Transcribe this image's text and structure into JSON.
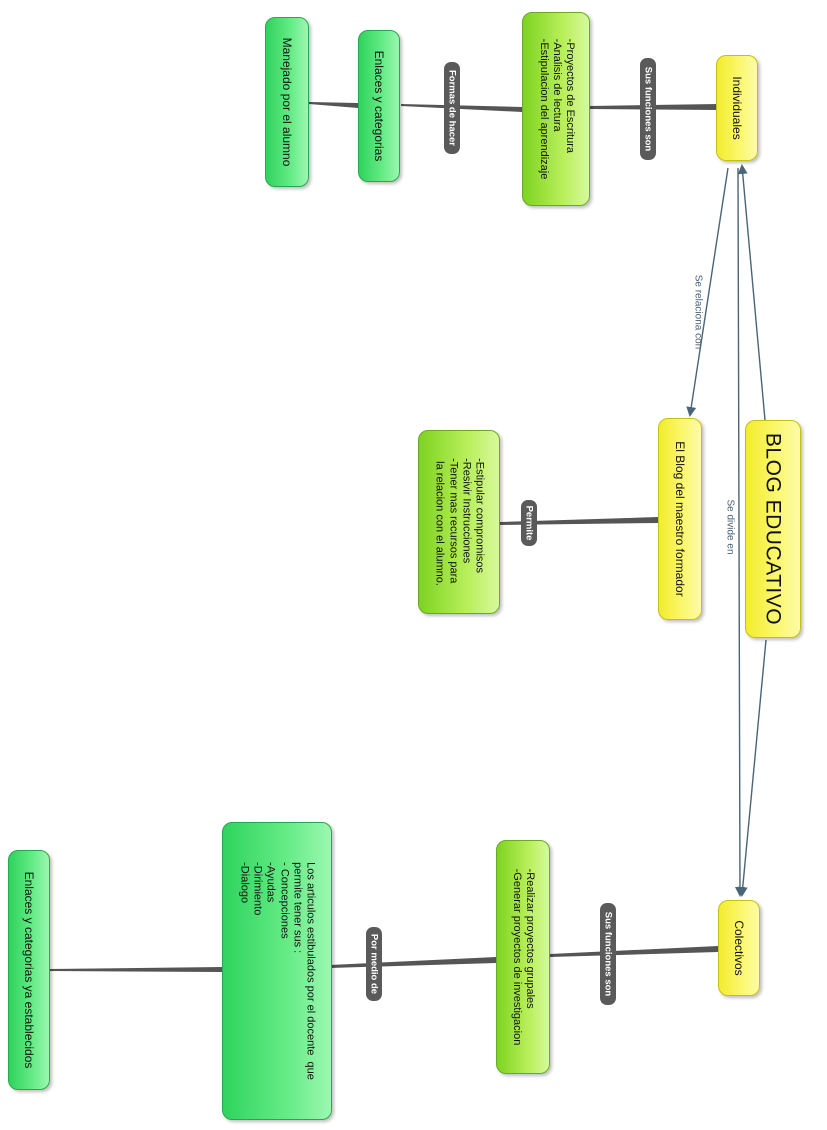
{
  "nodes": {
    "blog_educativo": "BLOG EDUCATIVO",
    "individuales": "Individuales",
    "colectivos": "Colectivos",
    "blog_maestro": "El Blog del maestro formador",
    "funciones_individuales": "-Proyectos de Escritura\n-Analisis de lectura\n-Estipulacion del aprendizaje",
    "enlaces_categorias": "Enlaces y categorias",
    "manejado_alumno": "Manejado por el alumno",
    "permite_items": "-Estipular compromisos\n-Resivir Instrucciones\n-Tener mas recursos para\n la relacion con el alumno.",
    "funciones_colectivos": "-Realizar proyectos grupales\n-Generar proyectos de investigacion",
    "articulos": "Los articulos estibulados por el docente  que\npermite tener sus :\n- Concepciones\n-Ayudas\n-Dirimiento\n-Dialogo",
    "enlaces_establecidos": "Enlaces y categorias ya establecidos"
  },
  "link_labels": {
    "sus_funciones_1": "Sus funciones son",
    "formas_de_hacer": "Formas de hacer",
    "se_relaciona_con": "Se relaciona con",
    "se_divide_en": "Se divide en",
    "permite": "Permite",
    "sus_funciones_2": "Sus funciones son",
    "por_medio_de": "Por medio de"
  },
  "colors": {
    "central_topic": "#f7f246",
    "subtopic": "#b8ef5a",
    "leaf": "#4fe276",
    "arrow": "#4a6478",
    "connector": "#555555",
    "label_pill": "#5a5a5a"
  }
}
